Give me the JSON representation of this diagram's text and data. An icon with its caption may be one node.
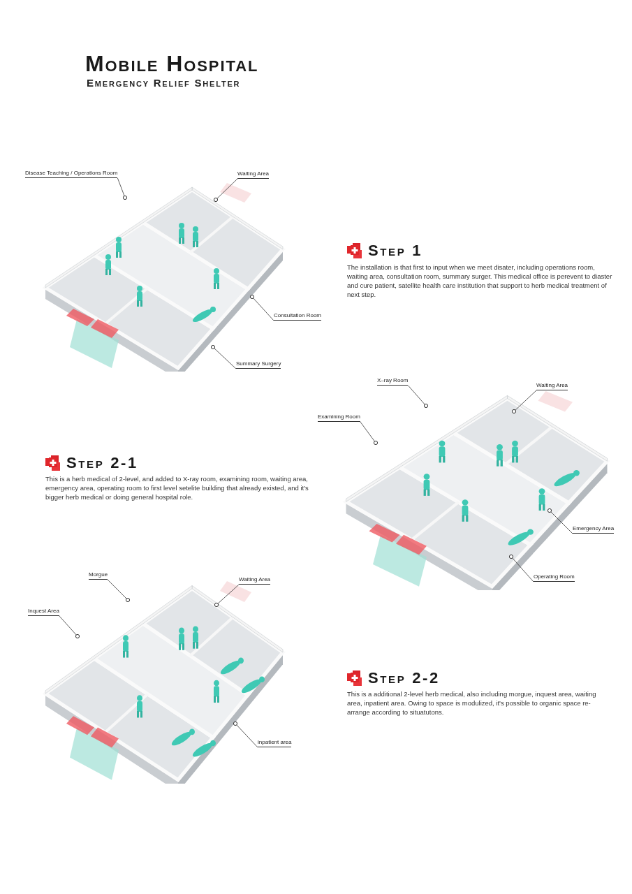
{
  "diagram": {
    "title": "Mobile Hospital",
    "nodes": [
      {
        "text": [
          "Disease Teaching / Operations Room"
        ]
      },
      {
        "text": [
          "Waiting Area"
        ]
      },
      {
        "text": [
          "Consultation Room"
        ]
      },
      {
        "text": [
          "Summary Surgery"
        ]
      },
      {
        "text": [
          "X–ray Room"
        ]
      },
      {
        "text": [
          "Waiting Area"
        ]
      },
      {
        "text": [
          "Examining Room"
        ]
      },
      {
        "text": [
          "Emergency Area"
        ]
      },
      {
        "text": [
          "Operating Room"
        ]
      },
      {
        "text": [
          "Morgue"
        ]
      },
      {
        "text": [
          "Waiting Area"
        ]
      },
      {
        "text": [
          "Inquest Area"
        ]
      },
      {
        "text": [
          "inpatient area"
        ]
      }
    ],
    "edges": [
      {
        "from": 0,
        "to": null,
        "arrow": "other"
      },
      {
        "from": 1,
        "to": null,
        "arrow": "other"
      },
      {
        "from": 2,
        "to": null,
        "arrow": "other"
      },
      {
        "from": 3,
        "to": null,
        "arrow": "other"
      },
      {
        "from": 4,
        "to": null,
        "arrow": "other"
      },
      {
        "from": 5,
        "to": null,
        "arrow": "other"
      },
      {
        "from": 6,
        "to": null,
        "arrow": "other"
      },
      {
        "from": 7,
        "to": null,
        "arrow": "other"
      },
      {
        "from": 8,
        "to": null,
        "arrow": "other"
      },
      {
        "from": 9,
        "to": null,
        "arrow": "other"
      },
      {
        "from": 10,
        "to": null,
        "arrow": "other"
      },
      {
        "from": 11,
        "to": null,
        "arrow": "other"
      },
      {
        "from": 12,
        "to": null,
        "arrow": "other"
      }
    ],
    "labels": [
      "Emergency Relief Shelter",
      "Step 1",
      "The installation is that first to input when we meet disater, including operations  room, waiting area, consultation room, summary surger. This medical office is perevent to diaster and cure patient, satellite health care institution that support to herb medical treatment of next step.",
      "Step 2-1",
      "This is a herb medical of 2-level, and added to X-ray room, examining room, waiting area, emergency area, operating room to first level setelite building that already existed, and it's bigger herb medical or doing general hospital role.",
      "Step 2-2",
      "This is a additional 2-level herb medical, also including morgue, inquest area, waiting area, inpatient area. Owing to space is modulized, it's possible to organic space re-arrange according to situatutons."
    ]
  }
}
